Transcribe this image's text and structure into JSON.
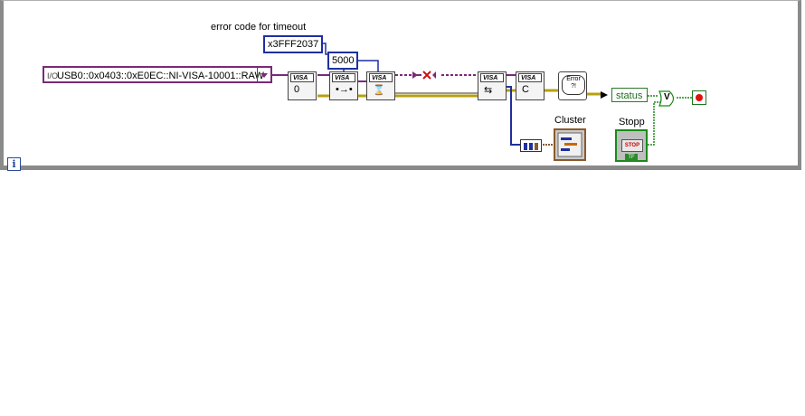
{
  "diagram": {
    "labels": {
      "error_code_label": "error code for timeout",
      "cluster_label": "Cluster",
      "stopp_label": "Stopp"
    },
    "constants": {
      "error_code": "x3FFF2037",
      "timeout": "5000"
    },
    "visa_resource": {
      "io_glyph": "I/O",
      "value": "USB0::0x0403::0xE0EC::NI-VISA-10001::RAW"
    },
    "nodes": [
      {
        "name": "visa-open-vi",
        "header": "VISA",
        "glyph": "0"
      },
      {
        "name": "visa-property-node-vi",
        "header": "VISA",
        "glyph": "•→•"
      },
      {
        "name": "visa-wait-event-vi",
        "header": "VISA",
        "glyph": "⌛"
      },
      {
        "name": "visa-usb-property-vi",
        "header": "VISA",
        "glyph": "⇆"
      },
      {
        "name": "visa-close-vi",
        "header": "VISA",
        "glyph": "C"
      }
    ],
    "error_handler": {
      "text": "Error\n?!"
    },
    "unbundle": {
      "status_label": "status"
    },
    "or_gate": {
      "symbol": "V"
    },
    "stop_button": {
      "text": "STOP",
      "tf": "TF"
    },
    "iteration_terminal": {
      "symbol": "i"
    },
    "colors": {
      "visa_wire": "#7a2a7a",
      "error_wire": "#d4c020",
      "numeric_wire": "#1f2f9f",
      "boolean_wire": "#1a8a1a",
      "cluster_wire": "#8b5a2b"
    }
  }
}
